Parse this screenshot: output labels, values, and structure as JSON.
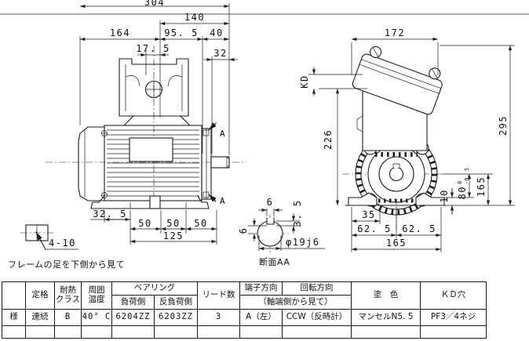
{
  "drawing": {
    "dims": {
      "total_length": "304",
      "front_to_shaft_end": "140",
      "frame_length": "164",
      "d95_5": "95. 5",
      "shaft_length": "40",
      "d17_5": "17. 5",
      "d32": "32",
      "d32_5": "32. 5",
      "d50_1": "50",
      "d50_2": "50",
      "d50_3": "50",
      "foot_pitch": "125",
      "holes": "4-10",
      "key_width": "6",
      "key_side": "6",
      "key_depth": "3. 5",
      "shaft_dia": "φ19j6",
      "frame_width": "172",
      "kd": "KD",
      "d226": "226",
      "total_height": "295",
      "center_height": "165",
      "d10": "10",
      "d80": "80",
      "d80_tol_upper": "0",
      "d80_tol_lower": "-0. 5",
      "d35": "35",
      "d62_5a": "62. 5",
      "d62_5b": "62. 5",
      "foot_width": "165",
      "section_a_upper": "A",
      "section_a_lower": "A"
    },
    "notes": {
      "feet_view": "フレームの足を下側から見て",
      "section_caption": "断面AA"
    }
  },
  "table": {
    "headers": {
      "col0": "",
      "rating": "定格",
      "heat1": "耐熱",
      "heat2": "クラス",
      "amb1": "周囲",
      "amb2": "温度",
      "bearing": "ベアリング",
      "load_side": "負荷側",
      "anti_load_side": "反負荷側",
      "leads": "リード数",
      "terminal_dir": "端子方向",
      "rotation_dir": "回転方向",
      "viewed_from": "（軸端側から見て）",
      "paint": "塗　色",
      "kd_hole": "ＫＤ穴"
    },
    "row": {
      "label": "様",
      "rating": "連続",
      "heat_class": "B",
      "ambient": "40° C",
      "load_bearing": "6204ZZ",
      "anti_load_bearing": "6203ZZ",
      "leads": "3",
      "terminal_dir": "A（左）",
      "rotation_dir": "CCW（反時計）",
      "paint": "マンセルN5. 5",
      "kd_hole": "PF3／4ネジ"
    }
  }
}
